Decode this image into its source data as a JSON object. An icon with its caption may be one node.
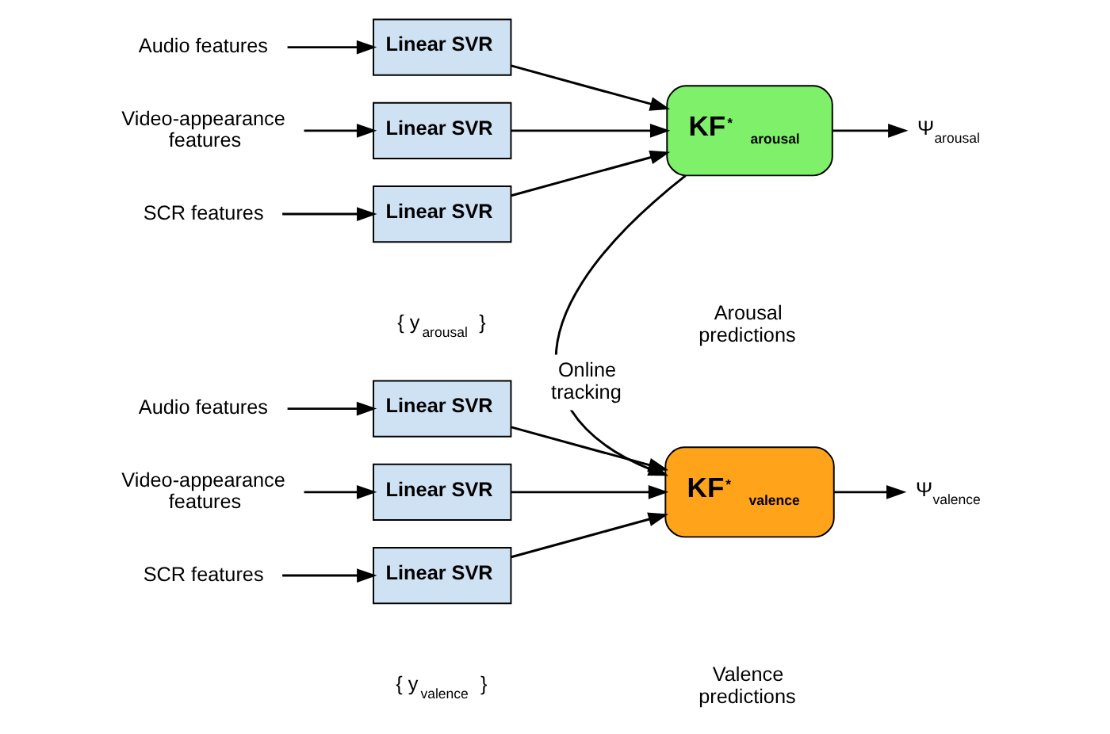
{
  "diagram": {
    "nodes": [
      {
        "text": [
          "Audio features"
        ]
      },
      {
        "text": [
          "Linear SVR"
        ]
      },
      {
        "text": [
          "Video-appearance features"
        ]
      },
      {
        "text": [
          "Linear SVR"
        ]
      },
      {
        "text": [
          "SCR features"
        ]
      },
      {
        "text": [
          "Linear SVR"
        ]
      },
      {
        "text": [
          "KF$^{*}$$_{arousal}$"
        ]
      },
      {
        "text": [
          "Ψ$_{arousal}$"
        ]
      },
      {
        "text": [
          "Audio features"
        ]
      },
      {
        "text": [
          "Linear SVR"
        ]
      },
      {
        "text": [
          "Video-appearance features"
        ]
      },
      {
        "text": [
          "Linear SVR"
        ]
      },
      {
        "text": [
          "SCR features"
        ]
      },
      {
        "text": [
          "Linear SVR"
        ]
      },
      {
        "text": [
          "KF$^{*}$$_{valence}$"
        ]
      },
      {
        "text": [
          "Ψ$_{valence}$"
        ]
      }
    ],
    "edges": [
      {
        "from": 0,
        "to": 1,
        "arrow": "to"
      },
      {
        "from": 2,
        "to": 3,
        "arrow": "to"
      },
      {
        "from": 4,
        "to": 5,
        "arrow": "to"
      },
      {
        "from": 1,
        "to": 6,
        "arrow": "to"
      },
      {
        "from": 3,
        "to": 6,
        "arrow": "to"
      },
      {
        "from": 5,
        "to": 6,
        "arrow": "to"
      },
      {
        "from": 6,
        "to": 7,
        "arrow": "to"
      },
      {
        "from": 6,
        "to": 14,
        "arrow": "to",
        "label": "Online tracking"
      },
      {
        "from": 8,
        "to": 9,
        "arrow": "to"
      },
      {
        "from": 10,
        "to": 11,
        "arrow": "to"
      },
      {
        "from": 12,
        "to": 13,
        "arrow": "to"
      },
      {
        "from": 9,
        "to": 14,
        "arrow": "to"
      },
      {
        "from": 11,
        "to": 14,
        "arrow": "to"
      },
      {
        "from": 13,
        "to": 14,
        "arrow": "to"
      },
      {
        "from": 14,
        "to": 15,
        "arrow": "to"
      }
    ],
    "labels": [
      "{ y$_{arousal}$ }",
      "Arousal predictions",
      "{ y$_{valence}$ }",
      "Valence predictions"
    ]
  }
}
